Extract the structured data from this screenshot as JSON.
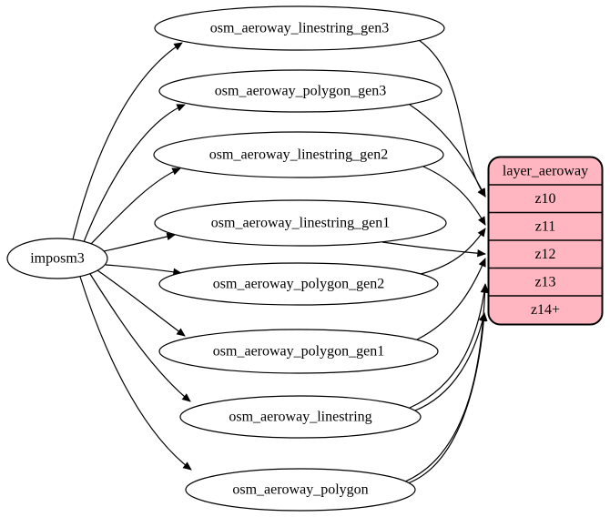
{
  "diagram": {
    "kind": "etl-graph",
    "source": {
      "label": "imposm3"
    },
    "tables": [
      {
        "label": "osm_aeroway_linestring_gen3"
      },
      {
        "label": "osm_aeroway_polygon_gen3"
      },
      {
        "label": "osm_aeroway_linestring_gen2"
      },
      {
        "label": "osm_aeroway_linestring_gen1"
      },
      {
        "label": "osm_aeroway_polygon_gen2"
      },
      {
        "label": "osm_aeroway_polygon_gen1"
      },
      {
        "label": "osm_aeroway_linestring"
      },
      {
        "label": "osm_aeroway_polygon"
      }
    ],
    "layer": {
      "title": "layer_aeroway",
      "rows": [
        "z10",
        "z11",
        "z12",
        "z13",
        "z14+"
      ],
      "fill": "#FFB6C1",
      "stroke": "#000000"
    },
    "edges": [
      {
        "from": "imposm3",
        "to": "osm_aeroway_linestring_gen3"
      },
      {
        "from": "imposm3",
        "to": "osm_aeroway_polygon_gen3"
      },
      {
        "from": "imposm3",
        "to": "osm_aeroway_linestring_gen2"
      },
      {
        "from": "imposm3",
        "to": "osm_aeroway_linestring_gen1"
      },
      {
        "from": "imposm3",
        "to": "osm_aeroway_polygon_gen2"
      },
      {
        "from": "imposm3",
        "to": "osm_aeroway_polygon_gen1"
      },
      {
        "from": "imposm3",
        "to": "osm_aeroway_linestring"
      },
      {
        "from": "imposm3",
        "to": "osm_aeroway_polygon"
      },
      {
        "from": "osm_aeroway_linestring_gen3",
        "to": "z10"
      },
      {
        "from": "osm_aeroway_polygon_gen3",
        "to": "z10"
      },
      {
        "from": "osm_aeroway_linestring_gen2",
        "to": "z11"
      },
      {
        "from": "osm_aeroway_polygon_gen2",
        "to": "z11"
      },
      {
        "from": "osm_aeroway_linestring_gen1",
        "to": "z12"
      },
      {
        "from": "osm_aeroway_polygon_gen1",
        "to": "z12"
      },
      {
        "from": "osm_aeroway_linestring",
        "to": "z13"
      },
      {
        "from": "osm_aeroway_polygon",
        "to": "z13"
      },
      {
        "from": "osm_aeroway_linestring",
        "to": "z14+"
      },
      {
        "from": "osm_aeroway_polygon",
        "to": "z14+"
      }
    ]
  }
}
